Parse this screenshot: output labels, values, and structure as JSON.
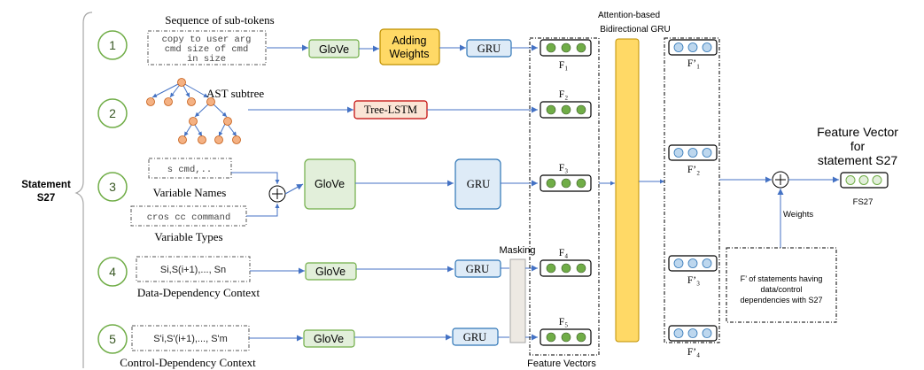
{
  "colors": {
    "circle_stroke": "#70AD47",
    "circle_text": "#385723",
    "glove_fill": "#E2EFDA",
    "glove_stroke": "#70AD47",
    "gru_fill": "#DEEBF7",
    "gru_stroke": "#2E75B6",
    "weights_fill": "#FFD966",
    "weights_stroke": "#BF9000",
    "treelstm_fill": "#FBE5D6",
    "treelstm_stroke": "#C00000",
    "ast_node": "#F4B183",
    "ast_edge": "#4472C4",
    "arrow": "#4472C4",
    "green_dot": "#70AD47",
    "blue_dot": "#BDD7EE",
    "attention_fill": "#FFD966",
    "masking_fill": "#EDE9E3"
  },
  "statement_label": [
    "Statement",
    "S27"
  ],
  "rows": [
    {
      "number": "1",
      "caption": "Sequence of sub-tokens",
      "code": [
        "copy to user arg",
        "cmd size of cmd",
        "in size"
      ]
    },
    {
      "number": "2",
      "caption": "AST subtree"
    },
    {
      "number": "3",
      "code_a": "s cmd,..",
      "caption_a": "Variable Names",
      "code_b": "cros cc command",
      "caption_b": "Variable Types"
    },
    {
      "number": "4",
      "code": "Si,S(i+1),..., Sn",
      "caption": "Data-Dependency Context"
    },
    {
      "number": "5",
      "code": "S'i,S'(i+1),..., S'm",
      "caption": "Control-Dependency Context"
    }
  ],
  "blocks": {
    "glove": "GloVe",
    "adding_weights": [
      "Adding",
      "Weights"
    ],
    "gru": "GRU",
    "tree_lstm": "Tree-LSTM",
    "masking": "Masking",
    "plus": "+"
  },
  "feature_labels": [
    "F₁",
    "F₂",
    "F₃",
    "F₄",
    "F₅"
  ],
  "feature_vectors_label": "Feature Vectors",
  "attention_label": [
    "Attention-based",
    "Bidirectional GRU"
  ],
  "fprime_labels": [
    "F’₁",
    "F’₂",
    "F’₃",
    "F’₄"
  ],
  "dependencies_note": [
    "F’ of statements having",
    "data/control",
    "dependencies with S27"
  ],
  "weights_label": "Weights",
  "output_title": [
    "Feature Vector",
    "for",
    "statement S27"
  ],
  "output_label": "FS27"
}
